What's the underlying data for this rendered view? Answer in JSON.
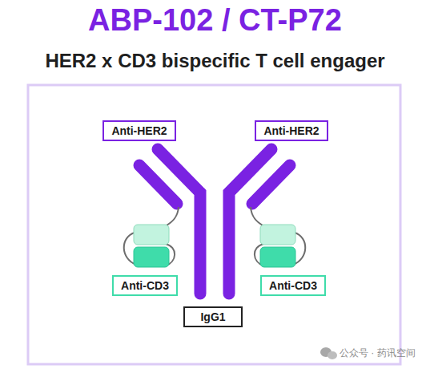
{
  "diagram": {
    "title": "ABP-102 / CT-P72",
    "nodes": [
      {
        "text": [
          "Anti-HER2"
        ]
      },
      {
        "text": [
          "Anti-HER2"
        ]
      },
      {
        "text": [
          "Anti-CD3"
        ]
      },
      {
        "text": [
          "Anti-CD3"
        ]
      },
      {
        "text": [
          "IgG1"
        ]
      }
    ],
    "labels": [
      "HER2 x CD3 bispecific T cell engager",
      "公众号 · 药讯空间"
    ]
  }
}
